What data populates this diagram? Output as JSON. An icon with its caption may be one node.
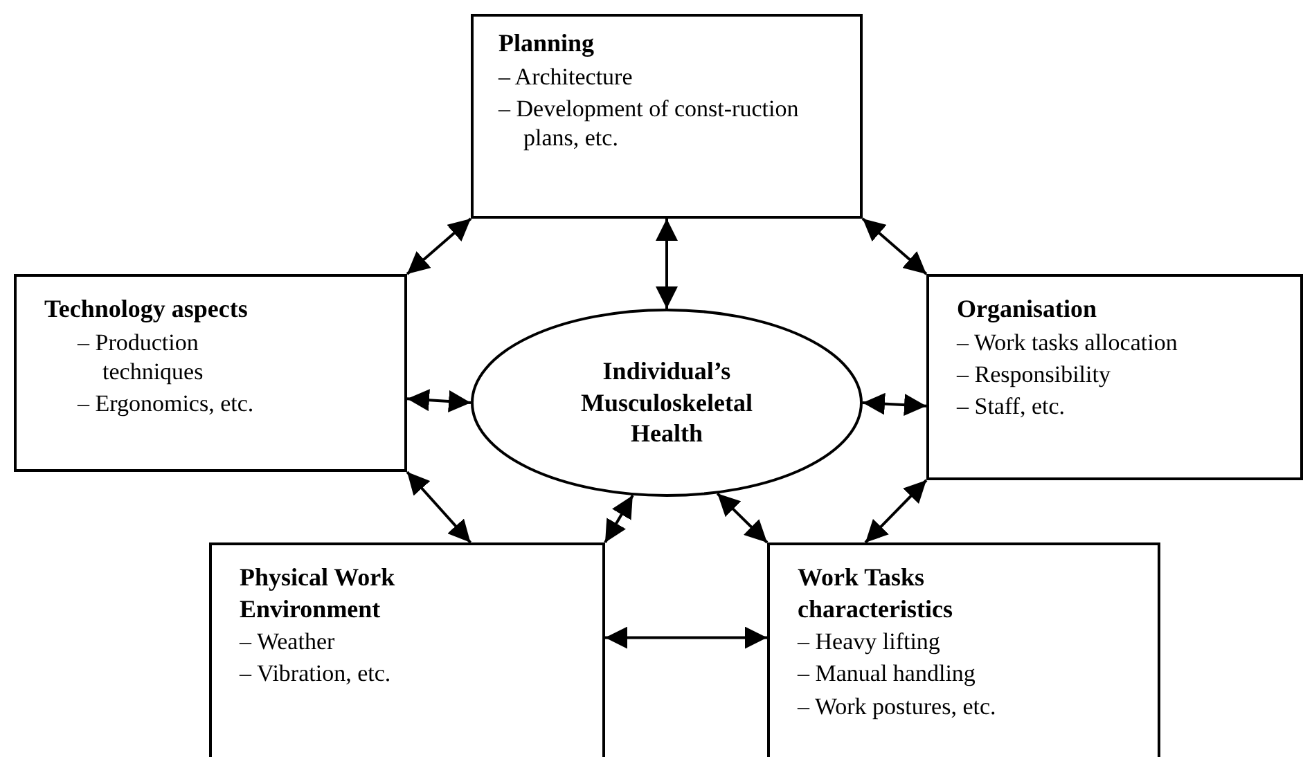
{
  "diagram": {
    "nodes": [
      {
        "text": [
          "Planning",
          "– Architecture",
          "– Development of const-ruction plans, etc."
        ]
      },
      {
        "text": [
          "Technology aspects",
          "– Production techniques",
          "– Ergonomics, etc."
        ]
      },
      {
        "text": [
          "Individual’s Musculoskeletal Health"
        ]
      },
      {
        "text": [
          "Organisation",
          "– Work tasks allocation",
          "– Responsibility",
          "– Staff, etc."
        ]
      },
      {
        "text": [
          "Physical Work Environment",
          "– Weather",
          "– Vibration, etc."
        ]
      },
      {
        "text": [
          "Work Tasks characteristics",
          "– Heavy lifting",
          "– Manual handling",
          "– Work postures, etc."
        ]
      }
    ],
    "edges": [
      {
        "from": 0,
        "to": 1,
        "arrow": "both"
      },
      {
        "from": 0,
        "to": 2,
        "arrow": "both"
      },
      {
        "from": 0,
        "to": 3,
        "arrow": "both"
      },
      {
        "from": 1,
        "to": 2,
        "arrow": "both"
      },
      {
        "from": 2,
        "to": 3,
        "arrow": "both"
      },
      {
        "from": 1,
        "to": 4,
        "arrow": "both"
      },
      {
        "from": 2,
        "to": 4,
        "arrow": "both"
      },
      {
        "from": 2,
        "to": 5,
        "arrow": "both"
      },
      {
        "from": 3,
        "to": 5,
        "arrow": "both"
      },
      {
        "from": 4,
        "to": 5,
        "arrow": "both"
      }
    ]
  }
}
